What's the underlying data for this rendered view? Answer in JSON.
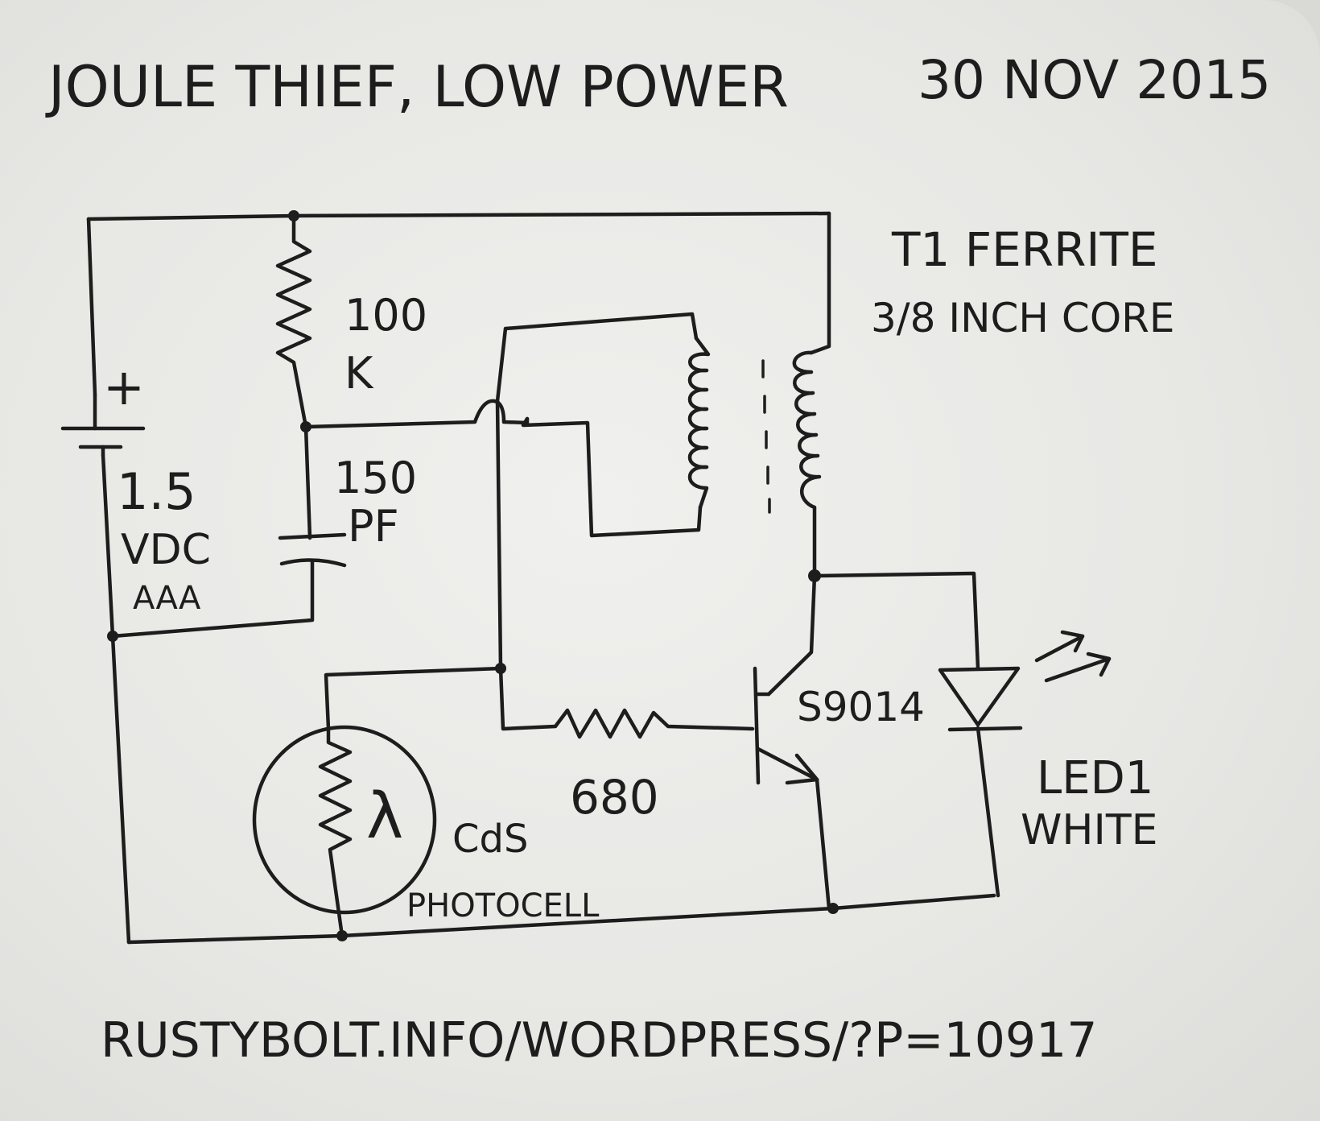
{
  "title": "JOULE THIEF, LOW POWER",
  "date": "30 NOV 2015",
  "transformer": {
    "line1": "T1 FERRITE",
    "line2": "3/8 INCH CORE"
  },
  "battery": {
    "polarity": "+",
    "voltage": "1.5",
    "unit": "VDC",
    "type": "AAA"
  },
  "resistor_bias": {
    "value": "100",
    "unit": "K"
  },
  "capacitor": {
    "value": "150",
    "unit": "PF"
  },
  "resistor_base": {
    "value": "680"
  },
  "transistor": {
    "label": "S9014"
  },
  "photocell": {
    "symbol": "λ",
    "material": "CdS",
    "name": "PHOTOCELL"
  },
  "led": {
    "line1": "LED1",
    "line2": "WHITE"
  },
  "footer": {
    "url": "RUSTYBOLT.INFO/WORDPRESS/?P=10917"
  },
  "colors": {
    "ink": "#1d1d1d",
    "paper": "#ecece9"
  }
}
